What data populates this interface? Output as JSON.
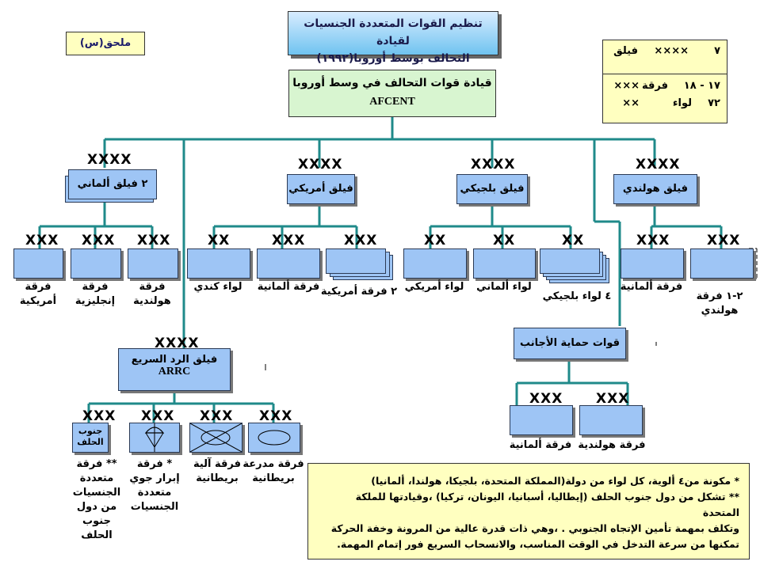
{
  "title": {
    "line1": "تنظيم القوات المتعددة الجنسيات لقيادة",
    "line2": "التحالف بوسط أوروبا(١٩٩٢)"
  },
  "annex": "ملحق(س)",
  "legend": {
    "r1_num": "٧",
    "r1_sym": "××××",
    "r1_txt": "فيلق",
    "r2_num": "١٧ - ١٨",
    "r2_txt": "فرقة",
    "r2_sym": "×××",
    "r3_num": "٧٢",
    "r3_txt": "لواء",
    "r3_sym": "××"
  },
  "hq": {
    "ar": "قيادة قوات التحالف في وسط أوروبا",
    "en": "AFCENT"
  },
  "corps": {
    "german": "٢ فيلق ألماني",
    "american": "فيلق أمريكي",
    "belgian": "فيلق بلجيكي",
    "dutch": "فيلق هولندي",
    "sym": "XXXX"
  },
  "units": {
    "g1": "فرقة أمريكية",
    "g2": "فرقة إنجليزية",
    "g3": "فرقة هولندية",
    "a1": "لواء كندي",
    "a2": "فرقة ألمانية",
    "a3": "٢ فرقة أمريكية",
    "b1": "لواء أمريكي",
    "b2": "لواء ألماني",
    "b3": "٤ لواء بلجيكي",
    "d1": "فرقة ألمانية",
    "d2": "٢-١ فرقة هولندي"
  },
  "sym3": "XXX",
  "sym2": "XX",
  "arrc": {
    "ar": "فيلق الرد السريع",
    "en": "ARRC",
    "sym": "XXXX"
  },
  "arrc_units": {
    "u1_box": "جنوب الحلف",
    "u1": "** فرقة متعددة الجنسيات من دول جنوب الحلف",
    "u2": "* فرقة إبرار جوي متعددة الجنسيات",
    "u3": "فرقة آلية بريطانية",
    "u4": "فرقة مدرعة بريطانية"
  },
  "protect": {
    "title": "قوات حماية الأجانب",
    "u1": "فرقة ألمانية",
    "u2": "فرقة هولندية"
  },
  "notes": {
    "l1": "* مكونة من٤ ألوية، كل لواء من دولة(المملكة المتحدة، بلجيكا، هولندا، ألمانيا)",
    "l2": "** تشكل من دول جنوب الحلف (إيطاليا، أسبانيا، اليونان، تركيا) ،وقيادتها للملكة المتحدة",
    "l3": "وتكلف بمهمة تأمين الإتجاه الجنوبي . ،وهي ذات قدرة عالية من المرونة وخفة الحركة",
    "l4": "تمكنها من سرعة التدخل في الوقت المناسب، والانسحاب السريع فور إتمام المهمة."
  },
  "colors": {
    "line": "#1f8a8a",
    "box": "#9ec5f5",
    "hq": "#d8f5d0",
    "note": "#ffffc0"
  }
}
